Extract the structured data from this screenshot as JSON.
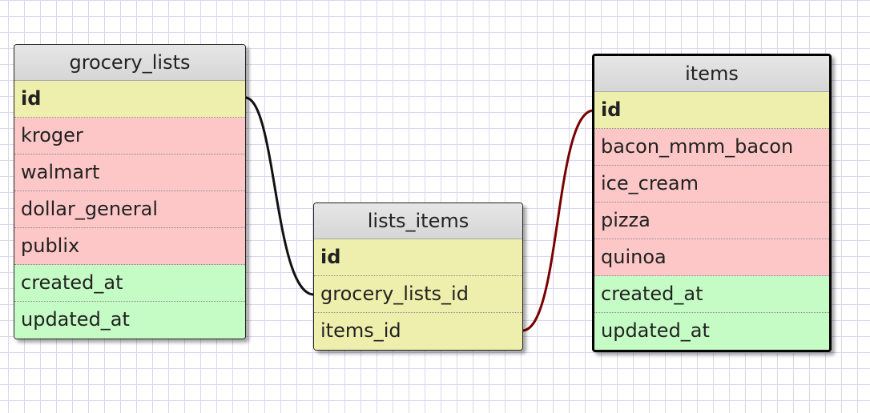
{
  "colors": {
    "key_row": "#efefad",
    "data_row": "#fdc7c7",
    "timestamp_row": "#c5fcc5",
    "header": "#dcdcdc",
    "link_grocery_lists": "#111111",
    "link_items": "#7a0000"
  },
  "tables": {
    "grocery_lists": {
      "name": "grocery_lists",
      "fields": [
        "id",
        "kroger",
        "walmart",
        "dollar_general",
        "publix",
        "created_at",
        "updated_at"
      ]
    },
    "lists_items": {
      "name": "lists_items",
      "fields": [
        "id",
        "grocery_lists_id",
        "items_id"
      ]
    },
    "items": {
      "name": "items",
      "fields": [
        "id",
        "bacon_mmm_bacon",
        "ice_cream",
        "pizza",
        "quinoa",
        "created_at",
        "updated_at"
      ]
    }
  },
  "relations": [
    {
      "from": "grocery_lists.id",
      "to": "lists_items.grocery_lists_id"
    },
    {
      "from": "lists_items.items_id",
      "to": "items.id"
    }
  ]
}
